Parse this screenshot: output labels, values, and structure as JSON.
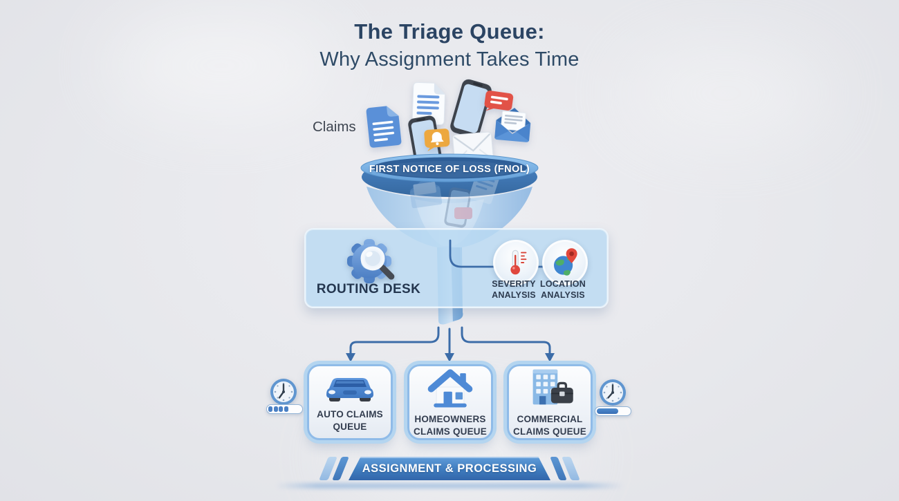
{
  "title": {
    "line1": "The Triage Queue:",
    "line2": "Why Assignment Takes Time"
  },
  "intake": {
    "label": "Claims",
    "icons": [
      "document-icon",
      "document-lines-icon",
      "phone-chat-icon",
      "open-envelope-icon",
      "phone-bell-icon",
      "envelope-icon"
    ]
  },
  "funnel": {
    "banner_label": "FIRST NOTICE OF LOSS (FNOL)"
  },
  "routing_desk": {
    "label": "ROUTING DESK",
    "icon": "gear-magnifier-icon",
    "analyses": [
      {
        "line1": "SEVERITY",
        "line2": "ANALYSIS",
        "icon": "thermometer-icon"
      },
      {
        "line1": "LOCATION",
        "line2": "ANALYSIS",
        "icon": "globe-pin-icon"
      }
    ]
  },
  "queues": [
    {
      "line1": "AUTO CLAIMS",
      "line2": "QUEUE",
      "icon": "car-icon"
    },
    {
      "line1": "HOMEOWNERS",
      "line2": "CLAIMS QUEUE",
      "icon": "house-icon"
    },
    {
      "line1": "COMMERCIAL",
      "line2": "CLAIMS QUEUE",
      "icon": "building-briefcase-icon"
    }
  ],
  "timers": [
    {
      "side": "left",
      "icon": "clock-icon",
      "progress_percent": 62,
      "bar_style": "segmented"
    },
    {
      "side": "right",
      "icon": "clock-icon",
      "progress_percent": 65,
      "bar_style": "solid"
    }
  ],
  "footer": {
    "banner_label": "ASSIGNMENT & PROCESSING"
  },
  "colors": {
    "background": "#e7e8ec",
    "navy_text": "#2b4463",
    "accent_blue": "#4e8ad6",
    "funnel_band_blue": "#3a70b0",
    "banner_blue": "#3f7cbe",
    "alert_red": "#e25247",
    "notify_orange": "#eda83f",
    "globe_green": "#4fae68"
  }
}
